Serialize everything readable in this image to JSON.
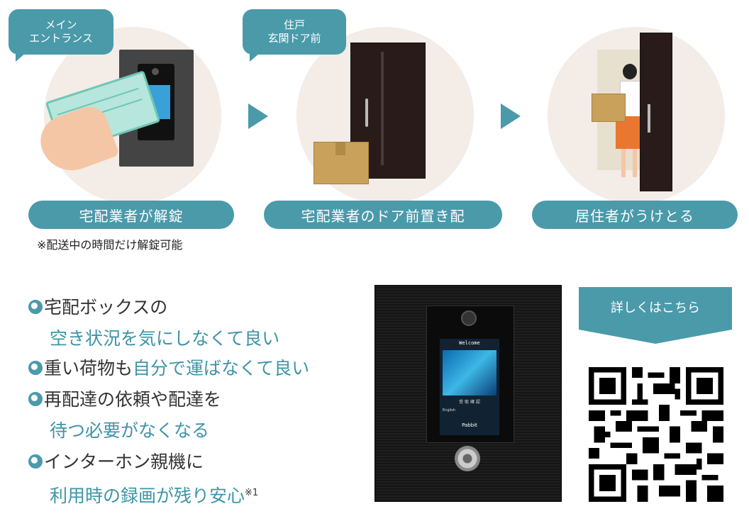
{
  "steps": [
    {
      "bubble": "メイン\nエントランス",
      "label": "宅配業者が解錠"
    },
    {
      "bubble": "住戸\n玄関ドア前",
      "label": "宅配業者のドア前置き配"
    },
    {
      "label": "居住者がうけとる"
    }
  ],
  "step_note": "※配送中の時間だけ解錠可能",
  "features": [
    {
      "l1": "宅配ボックスの",
      "l2": "空き状況を気にしなくて良い"
    },
    {
      "l1a": "重い荷物も",
      "l1b": "自分で運ばなくて良い"
    },
    {
      "l1": "再配達の依頼や配達を",
      "l2": "待つ必要がなくなる"
    },
    {
      "l1": "インターホン親機に",
      "l2": "利用時の録画が残り安心",
      "sup": "※1"
    }
  ],
  "device": {
    "screen_title": "Welcome",
    "brand": "Pabbit",
    "lang": "English",
    "jp_row": "受 取 確 認"
  },
  "cta": {
    "label": "詳しくはこちら"
  },
  "colors": {
    "accent": "#4a9aaa",
    "circle": "#f3ece7",
    "device": "#161616"
  }
}
